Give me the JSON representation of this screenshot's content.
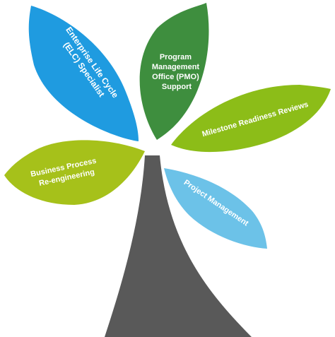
{
  "colors": {
    "trunk": "#595959",
    "elc_leaf": "#1f9be0",
    "pmo_leaf": "#3e8e3e",
    "milestone_leaf": "#8cbd18",
    "bpr_leaf": "#a6c11a",
    "pm_leaf": "#6cc2e8",
    "text": "#ffffff"
  },
  "leaves": {
    "elc": {
      "line1": "Enterprise Life Cycle",
      "line2": "(ELC) Specialist"
    },
    "pmo": {
      "line1": "Program",
      "line2": "Management",
      "line3": "Office (PMO)",
      "line4": "Support"
    },
    "milestone": {
      "line1": "Milestone Readiness Reviews"
    },
    "bpr": {
      "line1": "Business Process",
      "line2": "Re-engineering"
    },
    "pm": {
      "line1": "Project Management"
    }
  }
}
